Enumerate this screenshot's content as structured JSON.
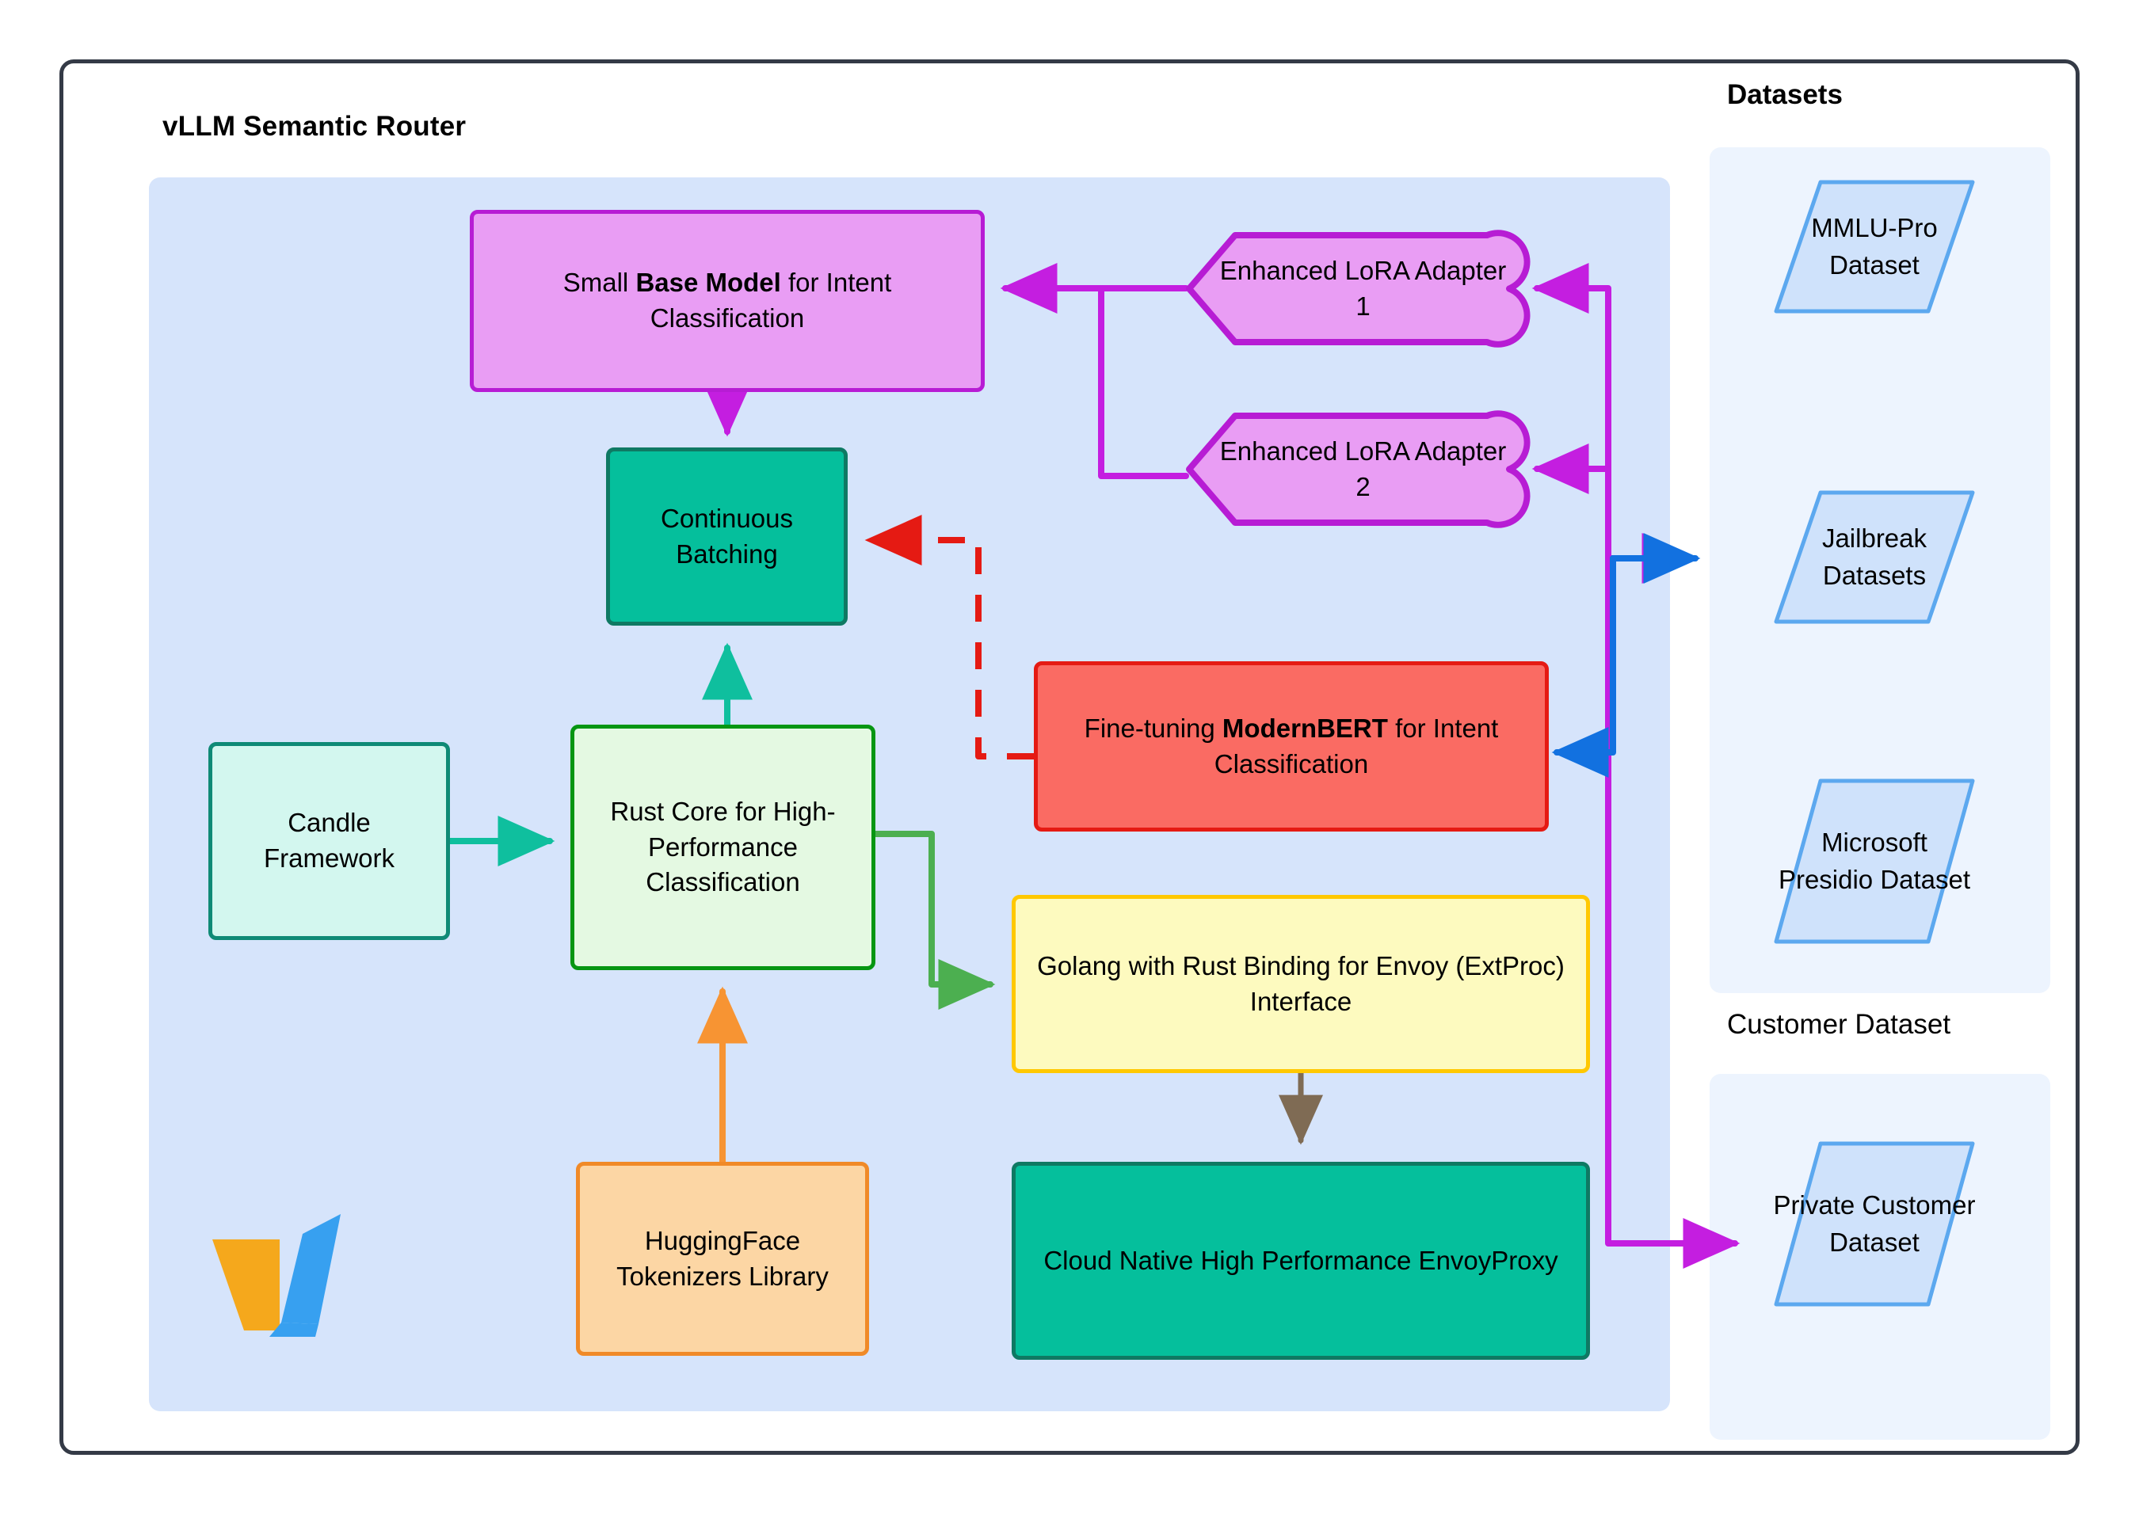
{
  "diagram": {
    "title_router": "vLLM Semantic Router",
    "title_datasets": "Datasets",
    "title_customer": "Customer Dataset"
  },
  "nodes": {
    "base_model": {
      "prefix": "Small ",
      "bold": "Base Model",
      "suffix": " for Intent Classification"
    },
    "lora1": "Enhanced LoRA Adapter 1",
    "lora2": "Enhanced LoRA Adapter 2",
    "continuous_batching": "Continuous Batching",
    "candle_framework": "Candle Framework",
    "rust_core": "Rust Core for High-Performance Classification",
    "huggingface_tokenizers": "HuggingFace Tokenizers Library",
    "modernbert": {
      "prefix": "Fine-tuning ",
      "bold": "ModernBERT",
      "suffix": " for Intent Classification"
    },
    "golang_envoy": "Golang with Rust Binding for Envoy (ExtProc) Interface",
    "envoy_proxy": "Cloud Native High Performance EnvoyProxy"
  },
  "datasets": {
    "mmlu_pro": "MMLU-Pro Dataset",
    "jailbreak": "Jailbreak Datasets",
    "presidio": "Microsoft Presidio Dataset",
    "private_customer": "Private Customer Dataset"
  },
  "colors": {
    "panel_router_bg": "#d6e4fb",
    "panel_dataset_bg": "#edf4fe",
    "frame_border": "#343a46",
    "purple_node_bg": "#e99df4",
    "purple_node_border": "#b71cd4",
    "teal_node_bg": "#05bf9c",
    "teal_node_border": "#0f7963",
    "mint_node_bg": "#d3f7ef",
    "green_node_bg": "#e4f9e2",
    "green_node_border": "#069612",
    "orange_node_bg": "#fcd6a4",
    "orange_node_border": "#f08a28",
    "red_node_bg": "#fa6b63",
    "red_node_border": "#e51a13",
    "yellow_node_bg": "#fdfabf",
    "yellow_node_border": "#ffc800",
    "dataset_shape_bg": "#cfe2fb",
    "dataset_shape_border": "#5ca8ef",
    "edge_purple": "#c41ee0",
    "edge_teal": "#0fbf9e",
    "edge_green": "#4caf50",
    "edge_orange": "#f79433",
    "edge_red": "#e51a13",
    "edge_blue": "#1271e0",
    "edge_brown": "#7f6b54",
    "logo_orange": "#f5a81c",
    "logo_blue": "#37a0f0"
  },
  "edges": [
    {
      "from": "lora1",
      "to": "base_model",
      "color": "#c41ee0",
      "style": "solid"
    },
    {
      "from": "lora2",
      "to": "base_model",
      "color": "#c41ee0",
      "style": "solid"
    },
    {
      "from": "base_model",
      "to": "continuous_batching",
      "color": "#c41ee0",
      "style": "solid"
    },
    {
      "from": "modernbert",
      "to": "continuous_batching",
      "color": "#e51a13",
      "style": "dashed"
    },
    {
      "from": "candle_framework",
      "to": "rust_core",
      "color": "#0fbf9e",
      "style": "solid"
    },
    {
      "from": "rust_core",
      "to": "continuous_batching",
      "color": "#0fbf9e",
      "style": "solid"
    },
    {
      "from": "huggingface_tokenizers",
      "to": "rust_core",
      "color": "#f79433",
      "style": "solid"
    },
    {
      "from": "rust_core",
      "to": "golang_envoy",
      "color": "#4caf50",
      "style": "solid"
    },
    {
      "from": "golang_envoy",
      "to": "envoy_proxy",
      "color": "#7f6b54",
      "style": "solid"
    },
    {
      "from": "jailbreak",
      "to": "lora1",
      "color": "#c41ee0",
      "style": "solid"
    },
    {
      "from": "jailbreak",
      "to": "lora2",
      "color": "#c41ee0",
      "style": "solid"
    },
    {
      "from": "jailbreak",
      "to": "modernbert",
      "color": "#1271e0",
      "style": "solid"
    },
    {
      "from": "lora_bus",
      "to": "private_customer",
      "color": "#c41ee0",
      "style": "solid"
    }
  ],
  "logo": {
    "name": "vllm-logo"
  }
}
